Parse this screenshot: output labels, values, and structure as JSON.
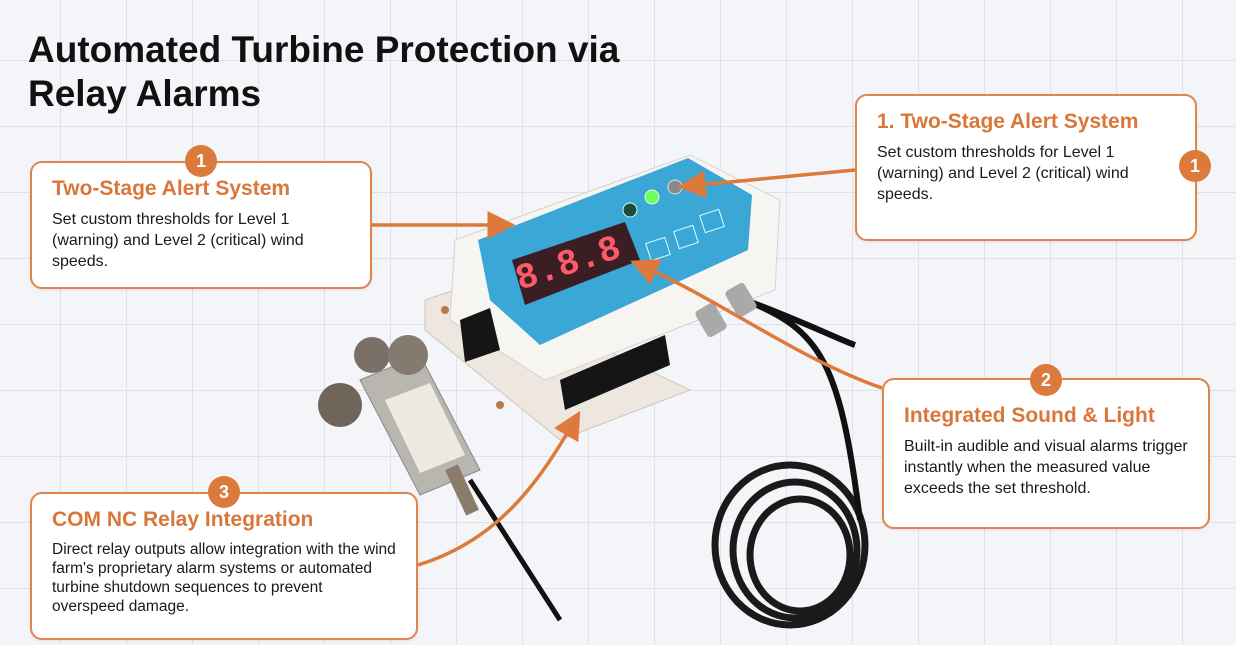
{
  "title": "Automated Turbine Protection via Relay Alarms",
  "accent": "#dc7a3c",
  "callouts": [
    {
      "number": "1",
      "heading": "Two-Stage Alert System",
      "body": "Set custom thresholds for Level 1 (warning) and Level 2 (critical) wind speeds."
    },
    {
      "number": "1",
      "heading": "1. Two-Stage Alert System",
      "body": "Set custom thresholds for Level 1  (warning) and Level 2 (critical) wind speeds."
    },
    {
      "number": "2",
      "heading": "Integrated Sound & Light",
      "body": "Built-in audible and visual alarms trigger instantly when the measured value exceeds the set threshold."
    },
    {
      "number": "3",
      "heading": "COM NC Relay Integration",
      "body": "Direct relay outputs allow integration with the wind farm's proprietary alarm systems or automated turbine shutdown sequences to prevent overspeed damage."
    }
  ],
  "device": {
    "display": "8.8.8"
  }
}
